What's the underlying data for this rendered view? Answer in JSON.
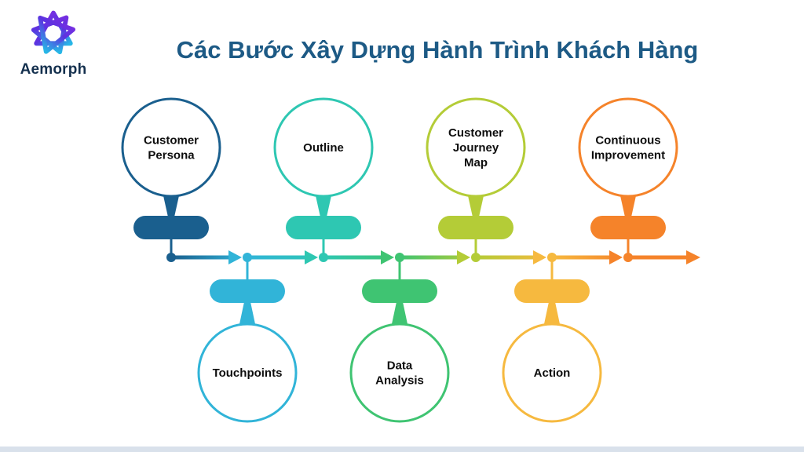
{
  "header": {
    "logo_text": "Aemorph",
    "title": "Các Bước Xây Dựng Hành Trình Khách Hàng"
  },
  "colors": {
    "background": "#ffffff",
    "title": "#1d5a85",
    "logo_text": "#14304e",
    "label_text": "#0d0d0d",
    "footer_strip": "#d9e1eb",
    "logo_gradient_start": "#8a2be2",
    "logo_gradient_mid": "#5b33e0",
    "logo_gradient_end": "#27b7e6"
  },
  "diagram": {
    "type": "journey-timeline",
    "direction": "left-to-right",
    "steps": [
      {
        "id": "customer-persona",
        "label": "Customer Persona",
        "lines": [
          "Customer",
          "Persona"
        ],
        "side": "top",
        "color": "#1a5f8e"
      },
      {
        "id": "touchpoints",
        "label": "Touchpoints",
        "lines": [
          "Touchpoints"
        ],
        "side": "bottom",
        "color": "#31b4d8"
      },
      {
        "id": "outline",
        "label": "Outline",
        "lines": [
          "Outline"
        ],
        "side": "top",
        "color": "#2ec7b2"
      },
      {
        "id": "data-analysis",
        "label": "Data Analysis",
        "lines": [
          "Data",
          "Analysis"
        ],
        "side": "bottom",
        "color": "#3fc472"
      },
      {
        "id": "customer-journey-map",
        "label": "Customer Journey Map",
        "lines": [
          "Customer",
          "Journey",
          "Map"
        ],
        "side": "top",
        "color": "#b4cc37"
      },
      {
        "id": "action",
        "label": "Action",
        "lines": [
          "Action"
        ],
        "side": "bottom",
        "color": "#f6b93f"
      },
      {
        "id": "continuous-improvement",
        "label": "Continuous Improvement",
        "lines": [
          "Continuous",
          "Improvement"
        ],
        "side": "top",
        "color": "#f5832a"
      }
    ]
  }
}
